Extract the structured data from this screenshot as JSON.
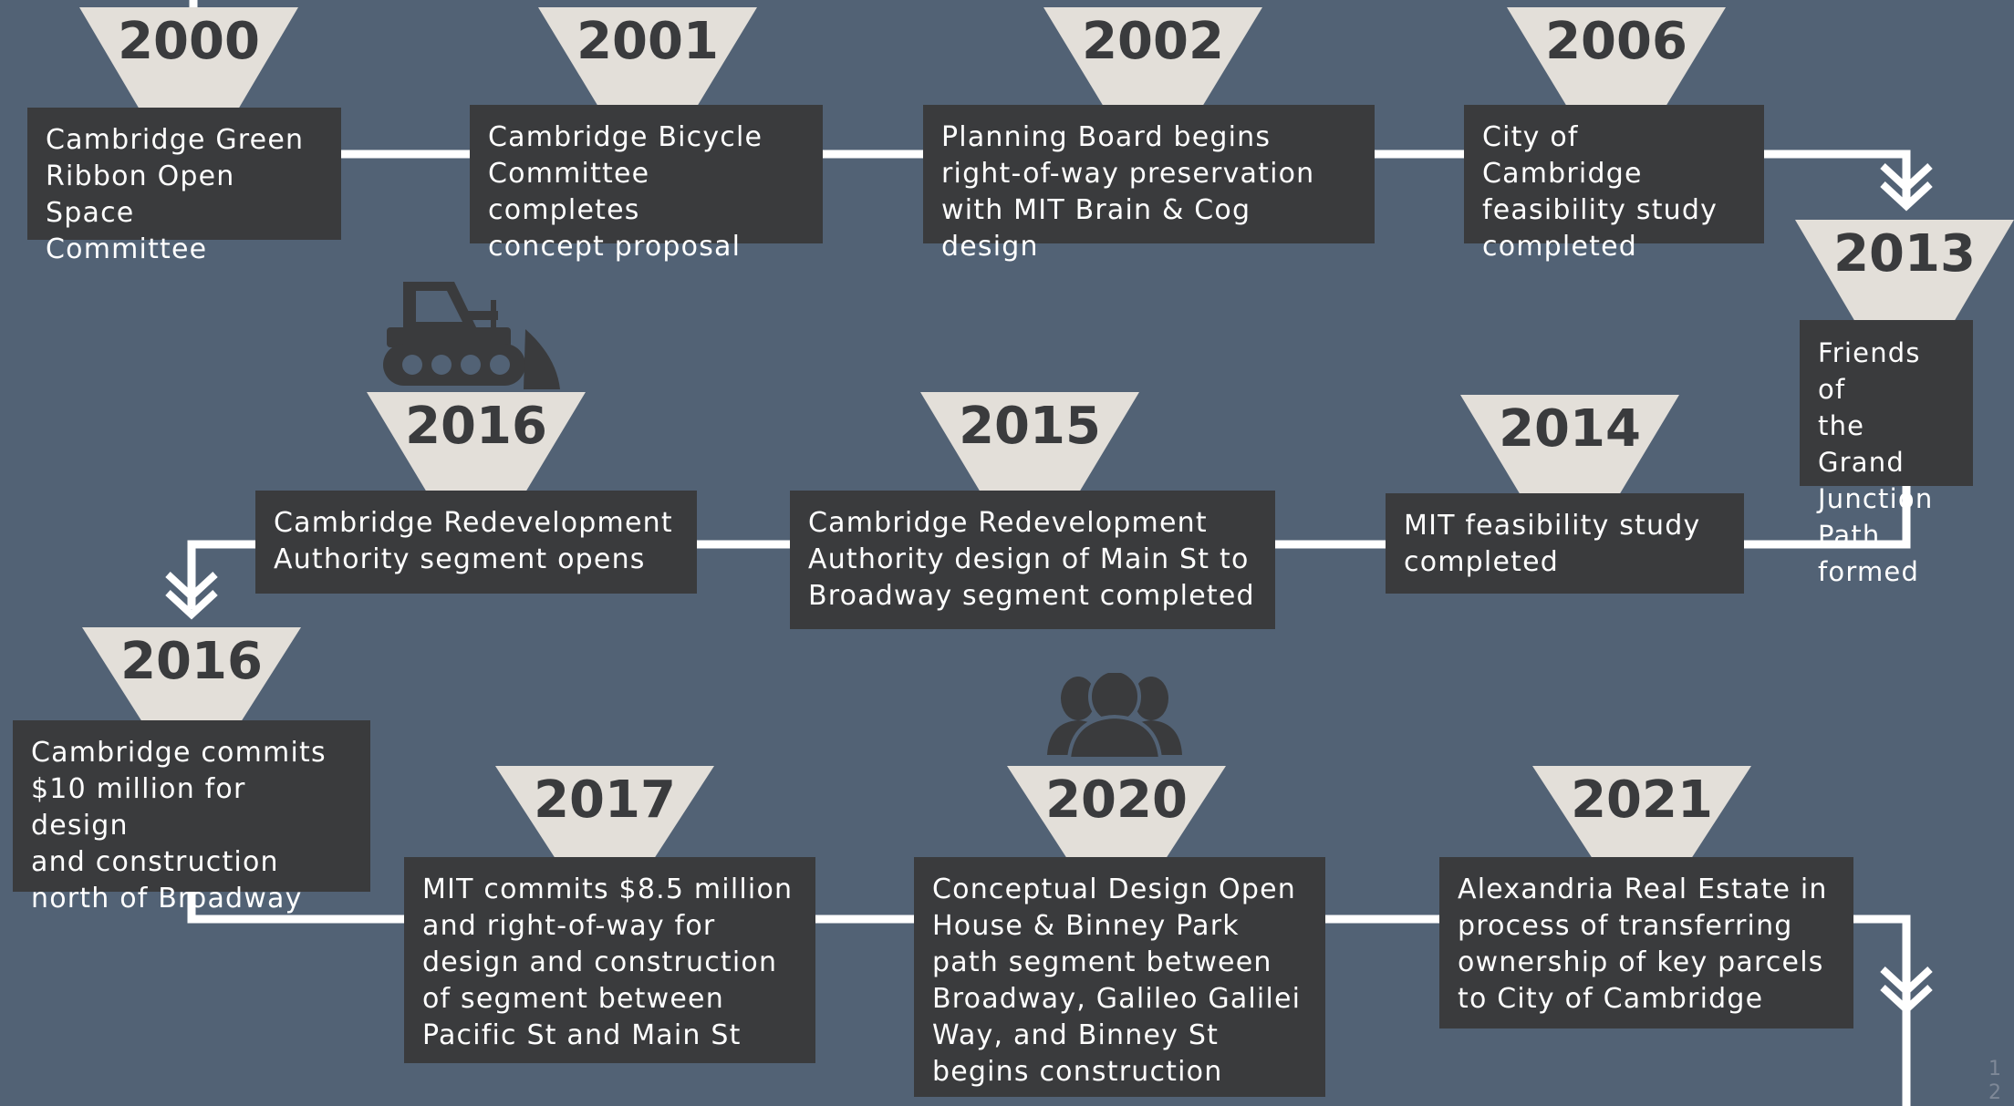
{
  "milestones": [
    {
      "year": "2000",
      "text": "Cambridge Green\nRibbon Open Space\nCommittee"
    },
    {
      "year": "2001",
      "text": "Cambridge Bicycle\nCommittee completes\nconcept proposal"
    },
    {
      "year": "2002",
      "text": "Planning Board begins\nright-of-way preservation\nwith MIT Brain & Cog design"
    },
    {
      "year": "2006",
      "text": "City of Cambridge\nfeasibility study\ncompleted"
    },
    {
      "year": "2013",
      "text": "Friends of\nthe Grand\nJunction\nPath formed"
    },
    {
      "year": "2014",
      "text": "MIT feasibility study\ncompleted"
    },
    {
      "year": "2015",
      "text": "Cambridge Redevelopment\nAuthority design of Main St to\nBroadway segment completed"
    },
    {
      "year": "2016",
      "text": "Cambridge Redevelopment\nAuthority segment opens"
    },
    {
      "year": "2016",
      "text": "Cambridge commits\n$10 million for design\nand construction\nnorth of Broadway"
    },
    {
      "year": "2017",
      "text": "MIT commits $8.5 million\nand right-of-way for\ndesign and construction\nof segment between\nPacific St and Main St"
    },
    {
      "year": "2020",
      "text": "Conceptual Design Open\nHouse & Binney Park\npath segment between\nBroadway, Galileo Galilei\nWay, and Binney St\nbegins construction"
    },
    {
      "year": "2021",
      "text": "Alexandria Real Estate in\nprocess of transferring\nownership of key parcels\nto City of Cambridge"
    }
  ],
  "icons": {
    "construction": "bulldozer-icon",
    "community": "people-group-icon"
  },
  "page_number": "1\n2",
  "colors": {
    "background": "#526275",
    "box": "#3a3b3d",
    "year_tab": "#e3dfd9",
    "connector": "#ffffff"
  }
}
